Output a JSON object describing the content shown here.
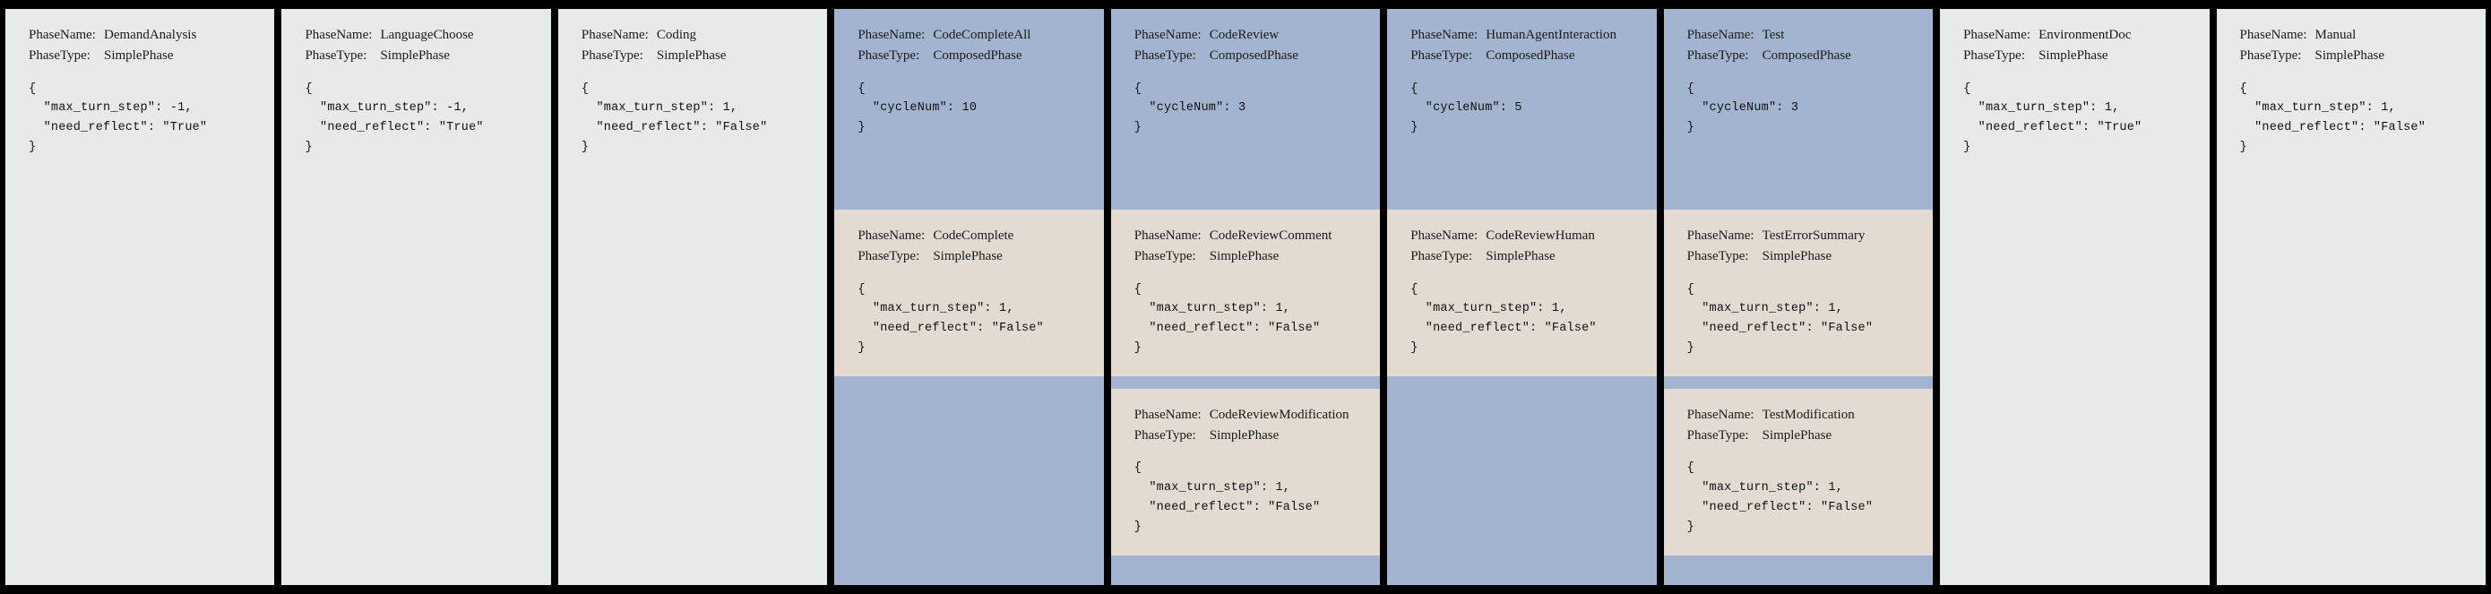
{
  "labels": {
    "phase_name_key": "PhaseName:",
    "phase_type_key": "PhaseType:"
  },
  "colors": {
    "background": "#000000",
    "simple_phase_bg": "#e6eae9",
    "composed_phase_bg": "#a2b4d0",
    "subphase_bg": "#e3dad1",
    "text": "#111111"
  },
  "phases": [
    {
      "name": "DemandAnalysis",
      "type": "SimplePhase",
      "config": "{\n  \"max_turn_step\": -1,\n  \"need_reflect\": \"True\"\n}",
      "subphases": []
    },
    {
      "name": "LanguageChoose",
      "type": "SimplePhase",
      "config": "{\n  \"max_turn_step\": -1,\n  \"need_reflect\": \"True\"\n}",
      "subphases": []
    },
    {
      "name": "Coding",
      "type": "SimplePhase",
      "config": "{\n  \"max_turn_step\": 1,\n  \"need_reflect\": \"False\"\n}",
      "subphases": []
    },
    {
      "name": "CodeCompleteAll",
      "type": "ComposedPhase",
      "config": "{\n  \"cycleNum\": 10\n}",
      "subphases": [
        {
          "name": "CodeComplete",
          "type": "SimplePhase",
          "config": "{\n  \"max_turn_step\": 1,\n  \"need_reflect\": \"False\"\n}"
        }
      ]
    },
    {
      "name": "CodeReview",
      "type": "ComposedPhase",
      "config": "{\n  \"cycleNum\": 3\n}",
      "subphases": [
        {
          "name": "CodeReviewComment",
          "type": "SimplePhase",
          "config": "{\n  \"max_turn_step\": 1,\n  \"need_reflect\": \"False\"\n}"
        },
        {
          "name": "CodeReviewModification",
          "type": "SimplePhase",
          "config": "{\n  \"max_turn_step\": 1,\n  \"need_reflect\": \"False\"\n}"
        }
      ]
    },
    {
      "name": "HumanAgentInteraction",
      "type": "ComposedPhase",
      "config": "{\n  \"cycleNum\": 5\n}",
      "subphases": [
        {
          "name": "CodeReviewHuman",
          "type": "SimplePhase",
          "config": "{\n  \"max_turn_step\": 1,\n  \"need_reflect\": \"False\"\n}"
        }
      ]
    },
    {
      "name": "Test",
      "type": "ComposedPhase",
      "config": "{\n  \"cycleNum\": 3\n}",
      "subphases": [
        {
          "name": "TestErrorSummary",
          "type": "SimplePhase",
          "config": "{\n  \"max_turn_step\": 1,\n  \"need_reflect\": \"False\"\n}"
        },
        {
          "name": "TestModification",
          "type": "SimplePhase",
          "config": "{\n  \"max_turn_step\": 1,\n  \"need_reflect\": \"False\"\n}"
        }
      ]
    },
    {
      "name": "EnvironmentDoc",
      "type": "SimplePhase",
      "config": "{\n  \"max_turn_step\": 1,\n  \"need_reflect\": \"True\"\n}",
      "subphases": []
    },
    {
      "name": "Manual",
      "type": "SimplePhase",
      "config": "{\n  \"max_turn_step\": 1,\n  \"need_reflect\": \"False\"\n}",
      "subphases": []
    }
  ]
}
